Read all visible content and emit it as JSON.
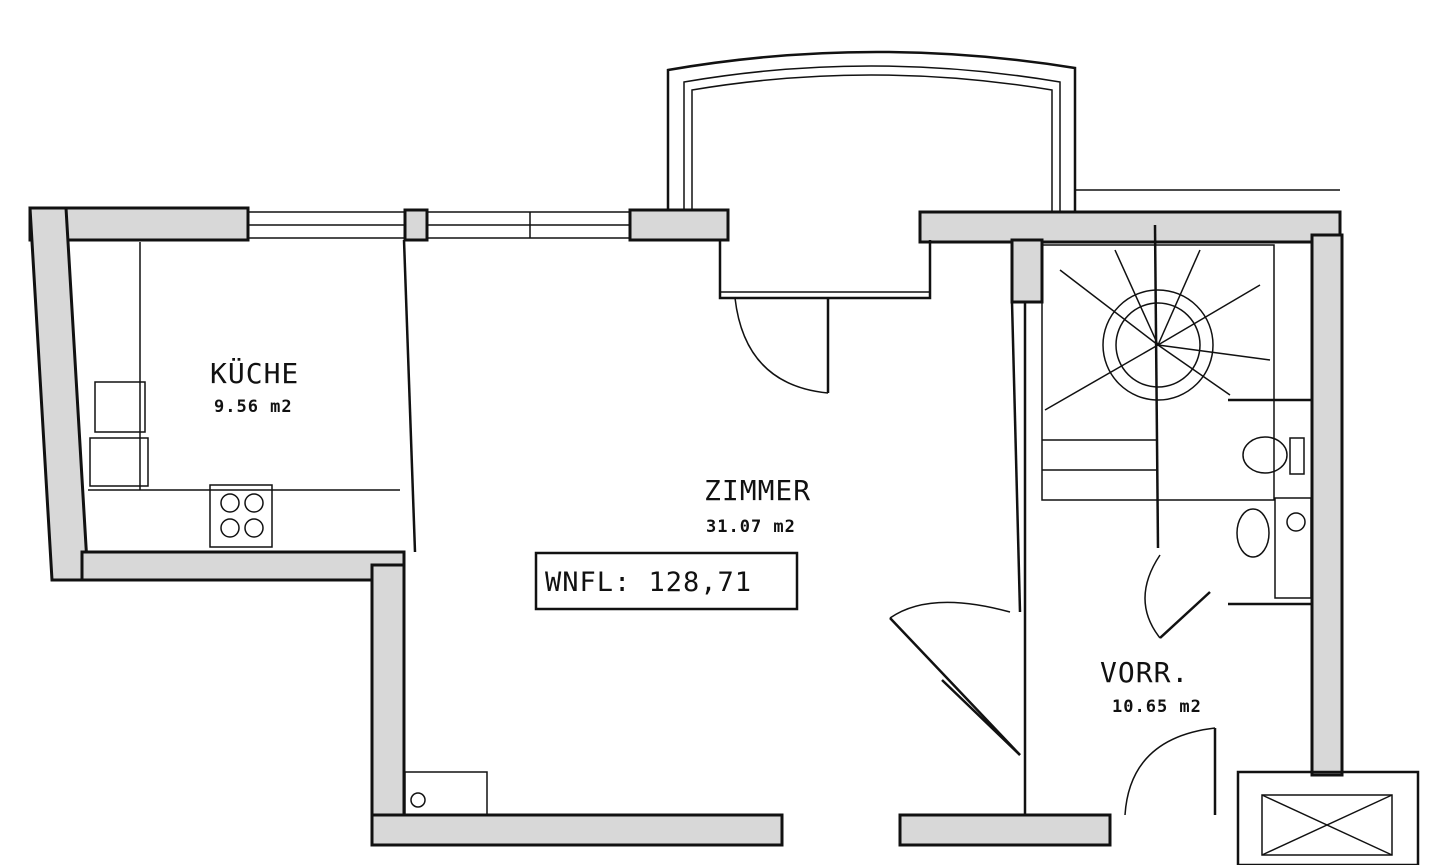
{
  "rooms": [
    {
      "name": "KÜCHE",
      "area": "9.56 m2"
    },
    {
      "name": "ZIMMER",
      "area": "31.07 m2"
    },
    {
      "name": "VORR.",
      "area": "10.65 m2"
    }
  ],
  "summary": {
    "wnfl": "WNFL: 128,71"
  }
}
